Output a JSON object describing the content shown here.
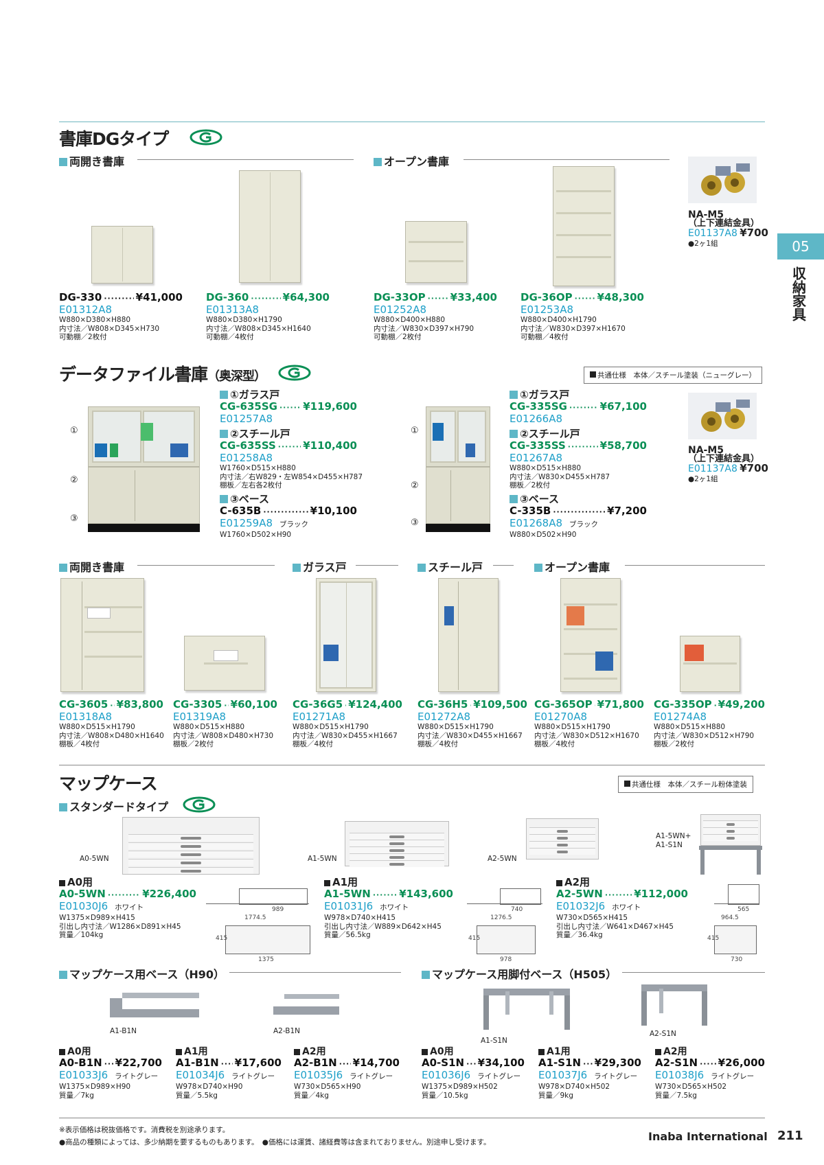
{
  "side": {
    "tab": "05",
    "label": "収納家具"
  },
  "dg": {
    "title": "書庫DGタイプ",
    "sub1": "両開き書庫",
    "sub2": "オープン書庫",
    "items": [
      {
        "name": "DG-330",
        "price": "¥41,000",
        "code": "E01312A8",
        "l1": "W880×D380×H880",
        "l2": "内寸法／W808×D345×H730",
        "l3": "可動棚／2枚付"
      },
      {
        "name": "DG-360",
        "price": "¥64,300",
        "code": "E01313A8",
        "l1": "W880×D380×H1790",
        "l2": "内寸法／W808×D345×H1640",
        "l3": "可動棚／4枚付"
      },
      {
        "name": "DG-33OP",
        "price": "¥33,400",
        "code": "E01252A8",
        "l1": "W880×D400×H880",
        "l2": "内寸法／W830×D397×H790",
        "l3": "可動棚／2枚付"
      },
      {
        "name": "DG-36OP",
        "price": "¥48,300",
        "code": "E01253A8",
        "l1": "W880×D400×H1790",
        "l2": "内寸法／W830×D397×H1670",
        "l3": "可動棚／4枚付"
      }
    ],
    "na": {
      "name": "NA-M5",
      "desc": "（上下連結金具）",
      "code": "E01137A8",
      "price": "¥700",
      "note": "●2ヶ1組"
    }
  },
  "cg": {
    "title": "データファイル書庫",
    "title_small": "（奥深型）",
    "spec": "共通仕様　本体／スチール塗装（ニューグレー）",
    "circles": [
      "①",
      "②",
      "③"
    ],
    "left": {
      "p1h": "①ガラス戸",
      "p1n": "CG-635SG",
      "p1p": "¥119,600",
      "p1c": "E01257A8",
      "p2h": "②スチール戸",
      "p2n": "CG-635SS",
      "p2p": "¥110,400",
      "p2c": "E01258A8",
      "p2l1": "W1760×D515×H880",
      "p2l2": "内寸法／右W829・左W854×D455×H787",
      "p2l3": "棚板／左右各2枚付",
      "p3h": "③ベース",
      "p3n": "C-635B",
      "p3p": "¥10,100",
      "p3c": "E01259A8",
      "p3col": "ブラック",
      "p3l1": "W1760×D502×H90"
    },
    "right": {
      "p1h": "①ガラス戸",
      "p1n": "CG-335SG",
      "p1p": "¥67,100",
      "p1c": "E01266A8",
      "p2h": "②スチール戸",
      "p2n": "CG-335SS",
      "p2p": "¥58,700",
      "p2c": "E01267A8",
      "p2l1": "W880×D515×H880",
      "p2l2": "内寸法／W830×D455×H787",
      "p2l3": "棚板／2枚付",
      "p3h": "③ベース",
      "p3n": "C-335B",
      "p3p": "¥7,200",
      "p3c": "E01268A8",
      "p3col": "ブラック",
      "p3l1": "W880×D502×H90"
    },
    "na": {
      "name": "NA-M5",
      "desc": "（上下連結金具）",
      "code": "E01137A8",
      "price": "¥700",
      "note": "●2ヶ1組"
    },
    "subs": [
      "両開き書庫",
      "ガラス戸",
      "スチール戸",
      "オープン書庫"
    ],
    "items": [
      {
        "name": "CG-3605",
        "price": "¥83,800",
        "code": "E01318A8",
        "l1": "W880×D515×H1790",
        "l2": "内寸法／W808×D480×H1640",
        "l3": "棚板／4枚付"
      },
      {
        "name": "CG-3305",
        "price": "¥60,100",
        "code": "E01319A8",
        "l1": "W880×D515×H880",
        "l2": "内寸法／W808×D480×H730",
        "l3": "棚板／2枚付"
      },
      {
        "name": "CG-36G5",
        "price": "¥124,400",
        "code": "E01271A8",
        "l1": "W880×D515×H1790",
        "l2": "内寸法／W830×D455×H1667",
        "l3": "棚板／4枚付"
      },
      {
        "name": "CG-36H5",
        "price": "¥109,500",
        "code": "E01272A8",
        "l1": "W880×D515×H1790",
        "l2": "内寸法／W830×D455×H1667",
        "l3": "棚板／4枚付"
      },
      {
        "name": "CG-365OP",
        "price": "¥71,800",
        "code": "E01270A8",
        "l1": "W880×D515×H1790",
        "l2": "内寸法／W830×D512×H1670",
        "l3": "棚板／4枚付"
      },
      {
        "name": "CG-335OP",
        "price": "¥49,200",
        "code": "E01274A8",
        "l1": "W880×D515×H880",
        "l2": "内寸法／W830×D512×H790",
        "l3": "棚板／2枚付"
      }
    ]
  },
  "map": {
    "title": "マップケース",
    "spec": "共通仕様　本体／スチール粉体塗装",
    "sub": "スタンダードタイプ",
    "img_labels": [
      "A0-5WN",
      "A1-5WN",
      "A2-5WN",
      "A1-5WN+",
      "A1-S1N"
    ],
    "items": [
      {
        "head": "A0用",
        "name": "A0-5WN",
        "price": "¥226,400",
        "code": "E01030J6",
        "col": "ホワイト",
        "l1": "W1375×D989×H415",
        "l2": "引出し内寸法／W1286×D891×H45",
        "l3": "質量／104kg",
        "dims": [
          "989",
          "1774.5",
          "415",
          "1375"
        ]
      },
      {
        "head": "A1用",
        "name": "A1-5WN",
        "price": "¥143,600",
        "code": "E01031J6",
        "col": "ホワイト",
        "l1": "W978×D740×H415",
        "l2": "引出し内寸法／W889×D642×H45",
        "l3": "質量／56.5kg",
        "dims": [
          "740",
          "1276.5",
          "415",
          "978"
        ]
      },
      {
        "head": "A2用",
        "name": "A2-5WN",
        "price": "¥112,000",
        "code": "E01032J6",
        "col": "ホワイト",
        "l1": "W730×D565×H415",
        "l2": "引出し内寸法／W641×D467×H45",
        "l3": "質量／36.4kg",
        "dims": [
          "565",
          "964.5",
          "415",
          "730"
        ]
      }
    ],
    "base_sub1": "マップケース用ベース（H90）",
    "base_sub2": "マップケース用脚付ベース（H505）",
    "base_labels": [
      "A1-B1N",
      "A2-B1N",
      "A1-S1N",
      "A2-S1N"
    ],
    "bases": [
      {
        "head": "A0用",
        "name": "A0-B1N",
        "price": "¥22,700",
        "code": "E01033J6",
        "col": "ライトグレー",
        "l1": "W1375×D989×H90",
        "l2": "質量／7kg"
      },
      {
        "head": "A1用",
        "name": "A1-B1N",
        "price": "¥17,600",
        "code": "E01034J6",
        "col": "ライトグレー",
        "l1": "W978×D740×H90",
        "l2": "質量／5.5kg"
      },
      {
        "head": "A2用",
        "name": "A2-B1N",
        "price": "¥14,700",
        "code": "E01035J6",
        "col": "ライトグレー",
        "l1": "W730×D565×H90",
        "l2": "質量／4kg"
      },
      {
        "head": "A0用",
        "name": "A0-S1N",
        "price": "¥34,100",
        "code": "E01036J6",
        "col": "ライトグレー",
        "l1": "W1375×D989×H502",
        "l2": "質量／10.5kg"
      },
      {
        "head": "A1用",
        "name": "A1-S1N",
        "price": "¥29,300",
        "code": "E01037J6",
        "col": "ライトグレー",
        "l1": "W978×D740×H502",
        "l2": "質量／9kg"
      },
      {
        "head": "A2用",
        "name": "A2-S1N",
        "price": "¥26,000",
        "code": "E01038J6",
        "col": "ライトグレー",
        "l1": "W730×D565×H502",
        "l2": "質量／7.5kg"
      }
    ]
  },
  "footer": {
    "n1": "※表示価格は税抜価格です。消費税を別途承ります。",
    "n2": "●商品の種類によっては、多少納期を要するものもあります。　●価格には運賃、諸経費等は含まれておりません。別途申し受けます。",
    "brand": "Inaba International",
    "page": "211"
  },
  "colors": {
    "accent": "#5eb7c7",
    "green": "#0a8f55",
    "code": "#1d9fc8"
  }
}
